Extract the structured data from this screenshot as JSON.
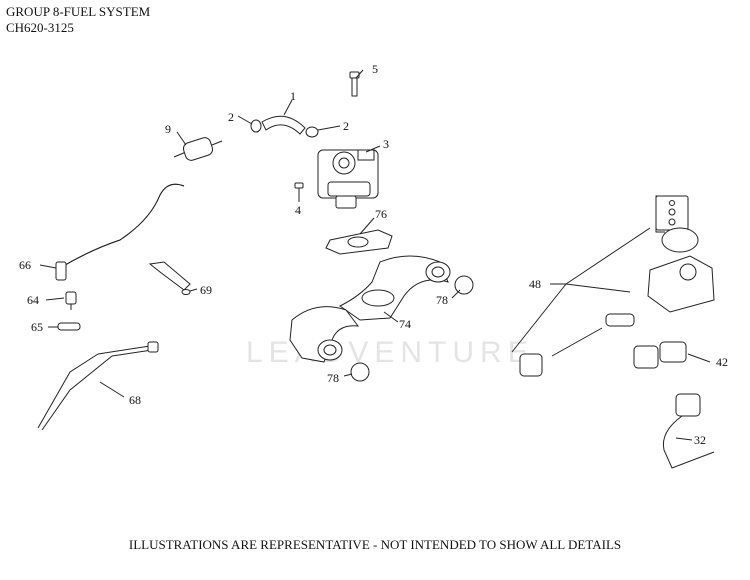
{
  "header": {
    "title": "GROUP 8-FUEL SYSTEM",
    "model": "CH620-3125"
  },
  "footer": {
    "note": "ILLUSTRATIONS ARE REPRESENTATIVE - NOT INTENDED TO SHOW ALL DETAILS"
  },
  "watermark": {
    "text": "LEADVENTURE"
  },
  "callouts": {
    "c1": "1",
    "c2a": "2",
    "c2b": "2",
    "c3": "3",
    "c4": "4",
    "c5": "5",
    "c9": "9",
    "c32": "32",
    "c42": "42",
    "c48": "48",
    "c64": "64",
    "c65": "65",
    "c66": "66",
    "c68": "68",
    "c69": "69",
    "c74": "74",
    "c76": "76",
    "c78a": "78",
    "c78b": "78"
  }
}
